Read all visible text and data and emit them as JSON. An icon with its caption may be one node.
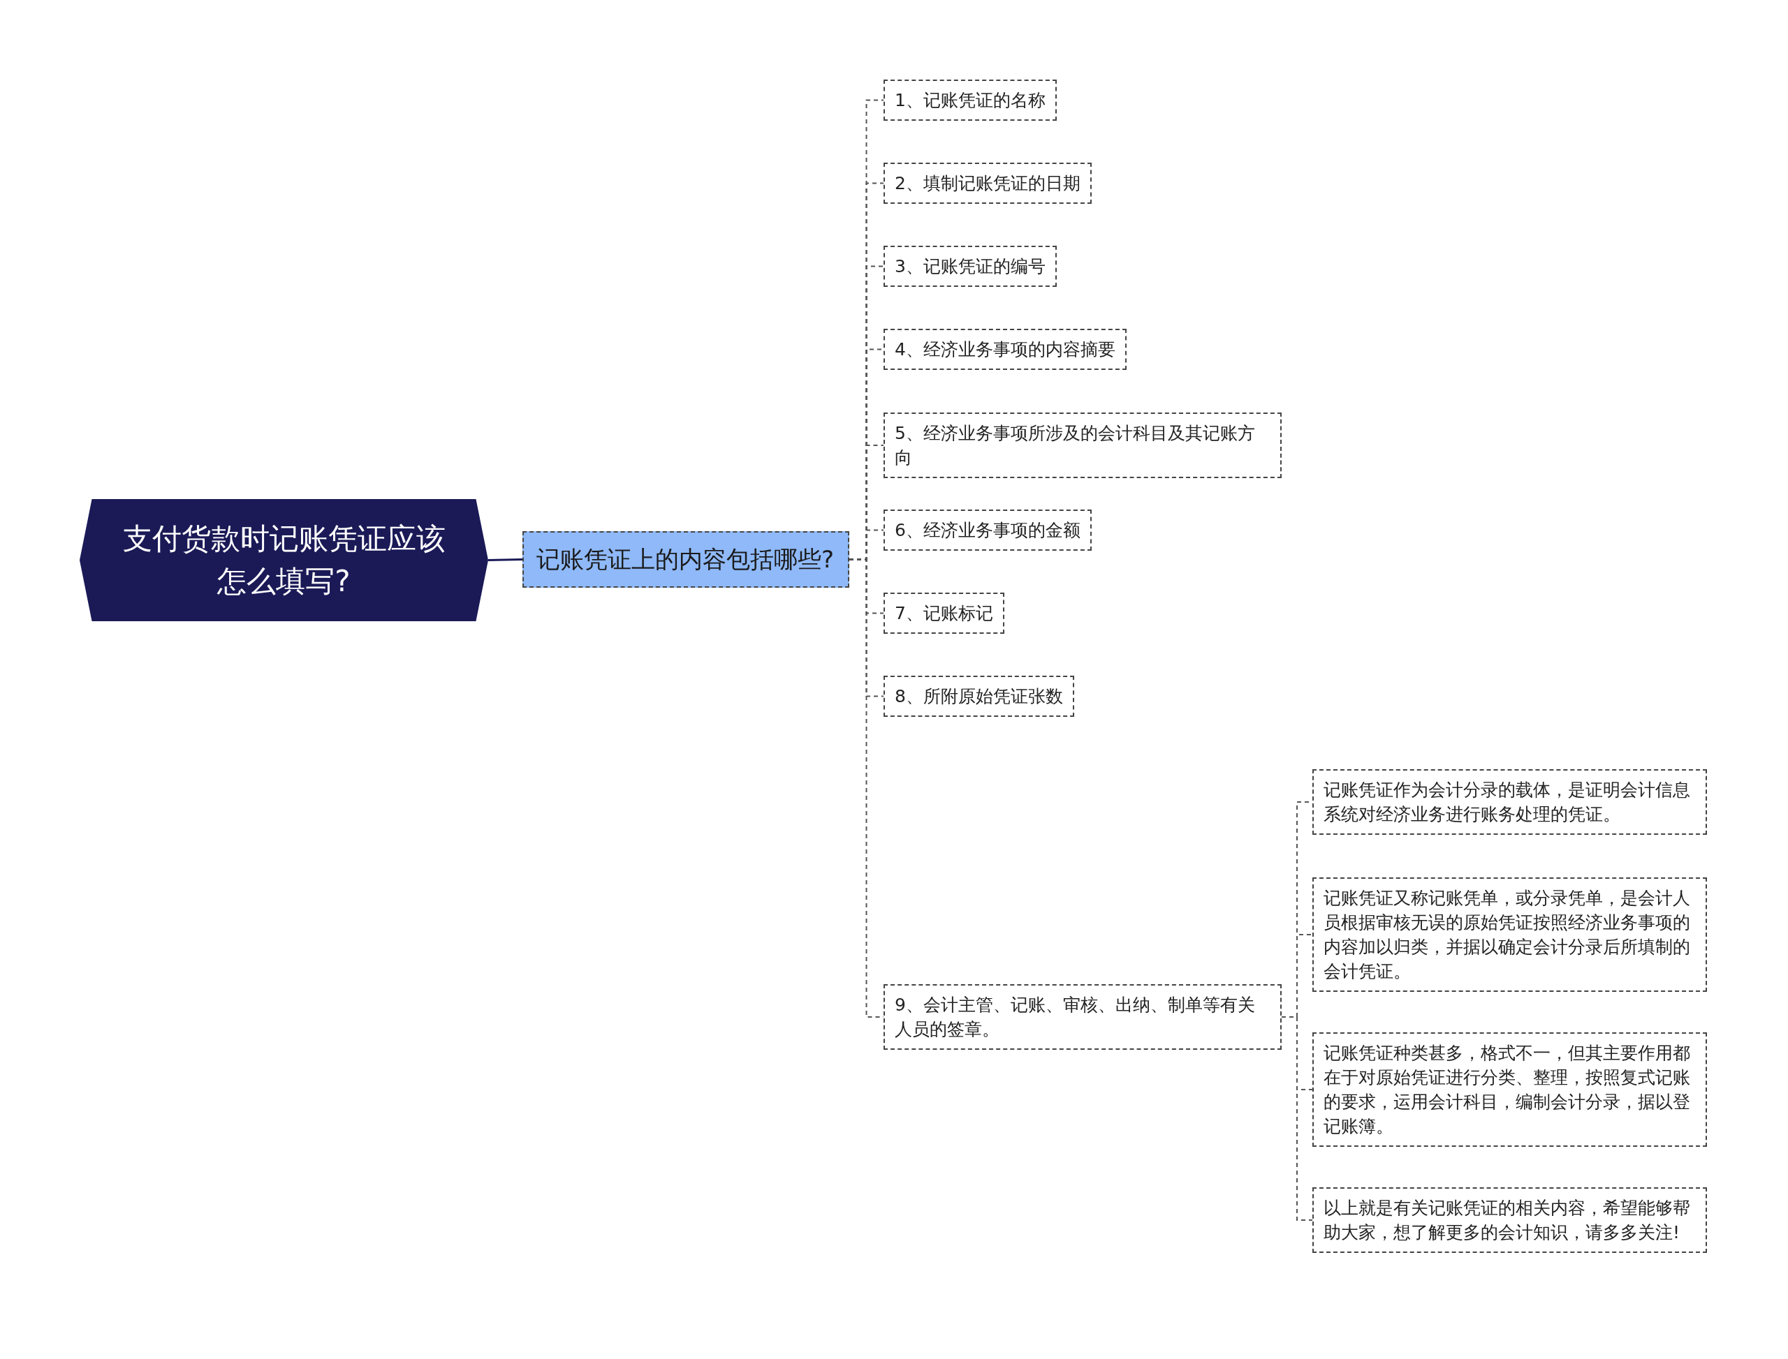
{
  "diagram": {
    "nodes": [
      {
        "text": [
          "支付货款时记账凭证应该怎么填写?"
        ]
      },
      {
        "text": [
          "记账凭证上的内容包括哪些?"
        ]
      },
      {
        "text": [
          "1、记账凭证的名称"
        ]
      },
      {
        "text": [
          "2、填制记账凭证的日期"
        ]
      },
      {
        "text": [
          "3、记账凭证的编号"
        ]
      },
      {
        "text": [
          "4、经济业务事项的内容摘要"
        ]
      },
      {
        "text": [
          "5、经济业务事项所涉及的会计科目及其记账方向"
        ]
      },
      {
        "text": [
          "6、经济业务事项的金额"
        ]
      },
      {
        "text": [
          "7、记账标记"
        ]
      },
      {
        "text": [
          "8、所附原始凭证张数"
        ]
      },
      {
        "text": [
          "9、会计主管、记账、审核、出纳、制单等有关人员的签章。"
        ]
      },
      {
        "text": [
          "记账凭证作为会计分录的载体，是证明会计信息系统对经济业务进行账务处理的凭证。"
        ]
      },
      {
        "text": [
          "记账凭证又称记账凭单，或分录凭单，是会计人员根据审核无误的原始凭证按照经济业务事项的内容加以归类，并据以确定会计分录后所填制的会计凭证。"
        ]
      },
      {
        "text": [
          "记账凭证种类甚多，格式不一，但其主要作用都在于对原始凭证进行分类、整理，按照复式记账的要求，运用会计科目，编制会计分录，据以登记账簿。"
        ]
      },
      {
        "text": [
          "以上就是有关记账凭证的相关内容，希望能够帮助大家，想了解更多的会计知识，请多多关注!"
        ]
      }
    ],
    "edges": [
      {
        "from": 0,
        "to": 1,
        "arrow": "none",
        "color": "#1b1a57"
      },
      {
        "from": 1,
        "to": 2,
        "arrow": "none",
        "style": "dashed"
      },
      {
        "from": 1,
        "to": 3,
        "arrow": "none",
        "style": "dashed"
      },
      {
        "from": 1,
        "to": 4,
        "arrow": "none",
        "style": "dashed"
      },
      {
        "from": 1,
        "to": 5,
        "arrow": "none",
        "style": "dashed"
      },
      {
        "from": 1,
        "to": 6,
        "arrow": "none",
        "style": "dashed"
      },
      {
        "from": 1,
        "to": 7,
        "arrow": "none",
        "style": "dashed"
      },
      {
        "from": 1,
        "to": 8,
        "arrow": "none",
        "style": "dashed"
      },
      {
        "from": 1,
        "to": 9,
        "arrow": "none",
        "style": "dashed"
      },
      {
        "from": 1,
        "to": 10,
        "arrow": "none",
        "style": "dashed"
      },
      {
        "from": 10,
        "to": 11,
        "arrow": "none",
        "style": "dashed"
      },
      {
        "from": 10,
        "to": 12,
        "arrow": "none",
        "style": "dashed"
      },
      {
        "from": 10,
        "to": 13,
        "arrow": "none",
        "style": "dashed"
      },
      {
        "from": 10,
        "to": 14,
        "arrow": "none",
        "style": "dashed"
      }
    ]
  }
}
